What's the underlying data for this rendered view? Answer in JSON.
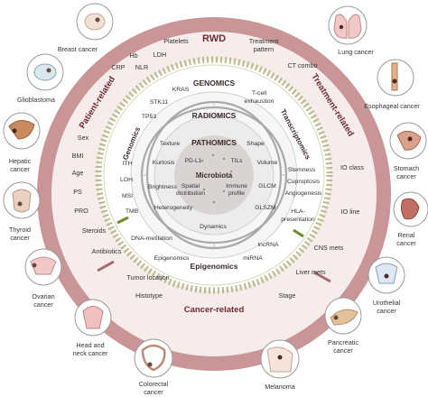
{
  "rings": {
    "rwd": "RWD",
    "genomics": "GENOMICS",
    "radiomics": "RADIOMICS",
    "pathomics": "PATHOMICS",
    "microbiota": "Microbiota",
    "epigenomics": "Epigenomics",
    "genomics_side": "Genomics",
    "transcriptomics": "Transcriptomics",
    "patient_related": "Patient-related",
    "treatment_related": "Treatment-related",
    "cancer_related": "Cancer-related"
  },
  "rwd_labels": {
    "platelets": "Platelets",
    "hb": "Hb",
    "ldh": "LDH",
    "crp": "CRP",
    "nlr": "NLR",
    "treatment_pattern_1": "Treatment",
    "treatment_pattern_2": "pattern",
    "ct_combo": "CT combo",
    "sex": "Sex",
    "bmi": "BMI",
    "age": "Age",
    "ps": "PS",
    "pro": "PRO",
    "steroids": "Steroids",
    "antibiotics": "Antibiotics",
    "io_class": "IO class",
    "io_line": "IO line",
    "cns_mets": "CNS mets",
    "liver_mets": "Liver mets",
    "stage": "Stage",
    "tumor_location": "Tumor location",
    "histotype": "Histotype"
  },
  "omics_labels": {
    "kras": "KRAS",
    "stk11": "STK11",
    "tp53": "TP53",
    "ith": "ITH",
    "loh": "LOH",
    "msi": "MSI",
    "tmb": "TMB",
    "dna_metilation": "DNA-metilation",
    "epigenomics_small": "Epigenomics",
    "mirna": "miRNA",
    "lncrna": "lncRNA",
    "tcell_1": "T-cell",
    "tcell_2": "exhaustion",
    "stemness": "Stemness",
    "cuproptosis": "Cuproptosis",
    "angiogenesis": "Angiogenesis",
    "hla_1": "HLA-",
    "hla_2": "presentation"
  },
  "radiomics_labels": {
    "texture": "Texture",
    "shape": "Shape",
    "kurtosis": "Kurtosis",
    "volume": "Volume",
    "brightness": "Brightness",
    "glcm": "GLCM",
    "heterogeneity": "Heterogeneity",
    "glszm": "GLSZM",
    "dynamics": "Dynamics"
  },
  "pathomics_labels": {
    "pdl1": "PD-L1",
    "tils": "TILs",
    "spatial_1": "Spatial",
    "spatial_2": "distribution",
    "immune_1": "Immune",
    "immune_2": "profile"
  },
  "cancers": {
    "breast": "Breast cancer",
    "glioblastoma": "Glioblastoma",
    "hepatic_1": "Hepatic",
    "hepatic_2": "cancer",
    "thyroid_1": "Thyroid",
    "thyroid_2": "cancer",
    "ovarian_1": "Ovarian",
    "ovarian_2": "cancer",
    "headneck_1": "Head and",
    "headneck_2": "neck cancer",
    "colorectal_1": "Colorectal",
    "colorectal_2": "cancer",
    "melanoma": "Melanoma",
    "pancreatic_1": "Pancreatic",
    "pancreatic_2": "cancer",
    "urothelial_1": "Urothelial",
    "urothelial_2": "cancer",
    "renal_1": "Renal",
    "renal_2": "cancer",
    "stomach_1": "Stomach",
    "stomach_2": "cancer",
    "esophageal": "Esophageal cancer",
    "lung": "Lung cancer"
  },
  "colors": {
    "outer_ring": "#c99597",
    "outer_ring_dark": "#a8696c",
    "rwd_fill": "#f6ecec",
    "ring_border": "#b9b98a",
    "omics_fill": "#ffffff",
    "radiomics_fill": "#f3f3f3",
    "pathomics_fill": "#ebebeb",
    "microbiota_fill": "#d9d4d4",
    "helix": "#a9a9a9",
    "icon_border": "#9a9a9a",
    "icon_fill": "#eaf3f6"
  }
}
